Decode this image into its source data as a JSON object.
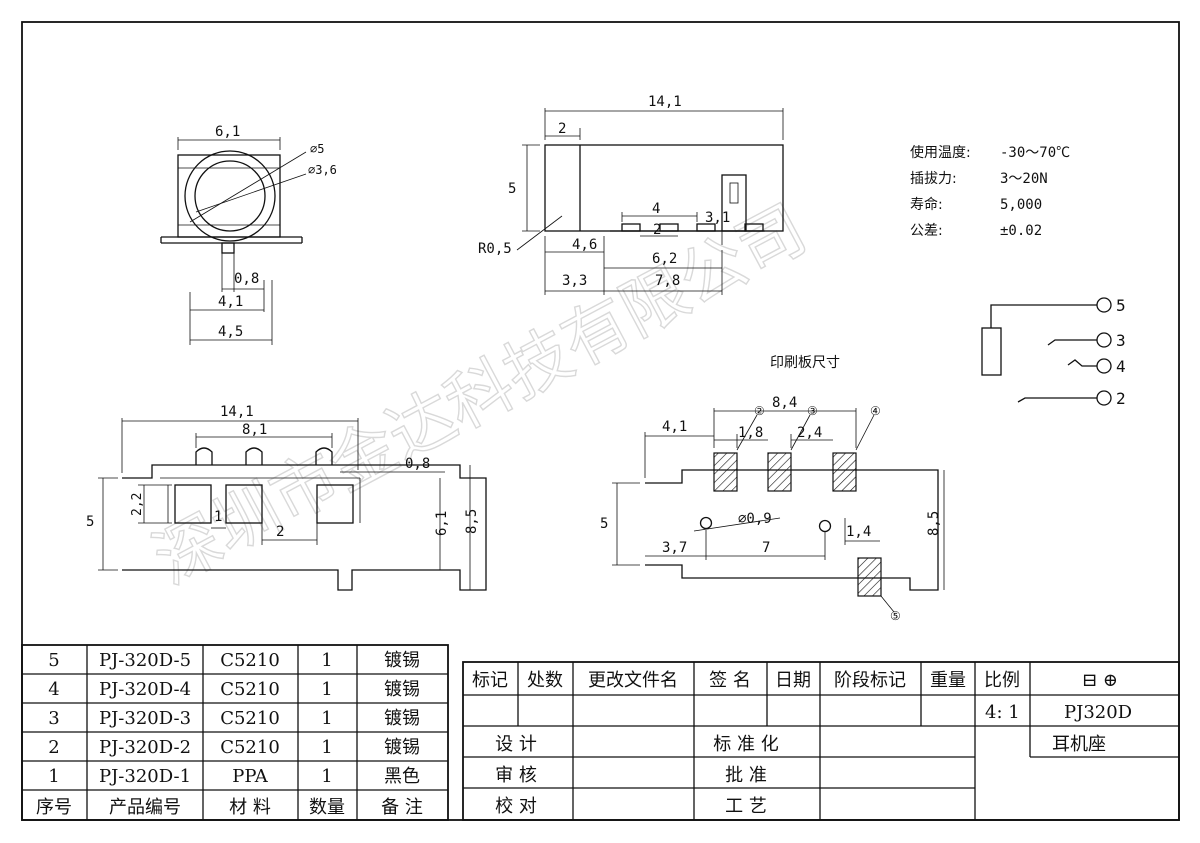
{
  "watermark": "深圳市金达科技有限公司",
  "specs": [
    {
      "label": "使用温度:",
      "value": "-30～70℃"
    },
    {
      "label": "插拔力:",
      "value": "3～20N"
    },
    {
      "label": "寿命:",
      "value": "5,000"
    },
    {
      "label": "公差:",
      "value": "±0.02"
    }
  ],
  "pcb_title": "印刷板尺寸",
  "front_dims": {
    "d61": "6,1",
    "phi5": "⌀5",
    "phi36": "⌀3,6",
    "d08": "0,8",
    "d41": "4,1",
    "d45": "4,5"
  },
  "side_dims": {
    "d141": "14,1",
    "d2": "2",
    "d5": "5",
    "d4": "4",
    "d31": "3,1",
    "d2b": "2",
    "r05": "R0,5",
    "d46": "4,6",
    "d62": "6,2",
    "d33": "3,3",
    "d78": "7,8"
  },
  "bottom_dims": {
    "d141": "14,1",
    "d81": "8,1",
    "d08": "0,8",
    "d22": "2,2",
    "d5": "5",
    "d1": "1",
    "d2": "2",
    "d61": "6,1",
    "d85": "8,5"
  },
  "pcb_dims": {
    "d84": "8,4",
    "d41": "4,1",
    "d18": "1,8",
    "d24": "2,4",
    "phi09": "⌀0,9",
    "d5": "5",
    "d37": "3,7",
    "d7": "7",
    "d14": "1,4",
    "d85": "8,5"
  },
  "pad_labels": [
    "②",
    "③",
    "④",
    "⑤"
  ],
  "pins": [
    "5",
    "3",
    "4",
    "2"
  ],
  "bom_rows": [
    [
      "5",
      "PJ-320D-5",
      "C5210",
      "1",
      "镀锡"
    ],
    [
      "4",
      "PJ-320D-4",
      "C5210",
      "1",
      "镀锡"
    ],
    [
      "3",
      "PJ-320D-3",
      "C5210",
      "1",
      "镀锡"
    ],
    [
      "2",
      "PJ-320D-2",
      "C5210",
      "1",
      "镀锡"
    ],
    [
      "1",
      "PJ-320D-1",
      "PPA",
      "1",
      "黑色"
    ]
  ],
  "bom_header": [
    "序号",
    "产品编号",
    "材 料",
    "数量",
    "备 注"
  ],
  "title_header": [
    "标记",
    "处数",
    "更改文件名",
    "签 名",
    "日期",
    "阶段标记",
    "重量",
    "比例"
  ],
  "sign_rows": [
    [
      "设 计",
      "标 准 化"
    ],
    [
      "审 核",
      "批 准"
    ],
    [
      "校 对",
      "工 艺"
    ]
  ],
  "scale": "4: 1",
  "part_no": "PJ320D",
  "part_name": "耳机座",
  "projection_symbol": "⊟ ⊕"
}
